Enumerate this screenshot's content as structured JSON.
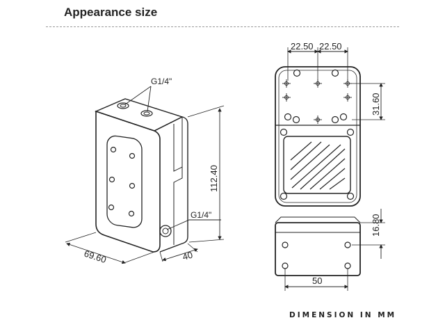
{
  "page_title": "Appearance size",
  "footer_note": "DIMENSION IN MM",
  "labels": {
    "port_top": "G1/4\"",
    "port_side": "G1/4\"",
    "height": "112.40",
    "width": "69.60",
    "depth": "40",
    "spacing_left": "22.50",
    "spacing_right": "22.50",
    "top_offset": "31.60",
    "side_height": "16.80",
    "bottom_width": "50"
  },
  "colors": {
    "line": "#222222",
    "rule": "#9a9a9a",
    "background": "#ffffff"
  }
}
